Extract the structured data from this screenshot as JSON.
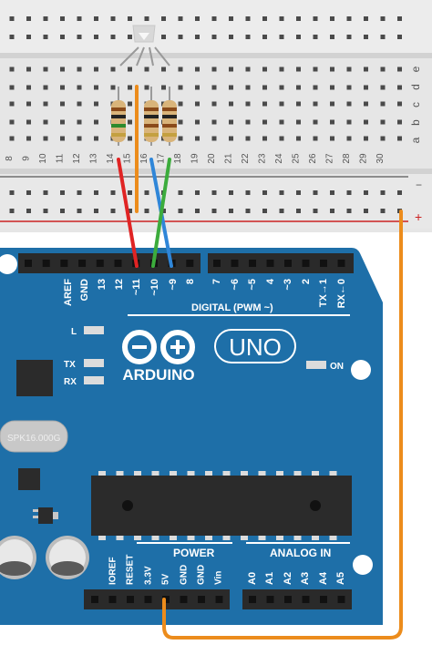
{
  "breadboard": {
    "column_numbers": [
      "8",
      "9",
      "10",
      "11",
      "12",
      "13",
      "14",
      "15",
      "16",
      "17",
      "18",
      "19",
      "20",
      "21",
      "22",
      "23",
      "24",
      "25",
      "26",
      "27",
      "28",
      "29",
      "30"
    ],
    "row_letters": [
      "e",
      "d",
      "c",
      "b",
      "a"
    ],
    "rail_minus": "−",
    "rail_plus": "+"
  },
  "arduino": {
    "logo_text": "ARDUINO",
    "model": "UNO",
    "on_label": "ON",
    "led_labels": [
      "L",
      "TX",
      "RX"
    ],
    "crystal_text": "SPK16.000G",
    "digital_header": "DIGITAL (PWM ~)",
    "digital_pins": [
      "AREF",
      "GND",
      "13",
      "12",
      "~11",
      "~10",
      "~9",
      "8",
      "7",
      "~6",
      "~5",
      "4",
      "~3",
      "2",
      "TX→1",
      "RX←0"
    ],
    "power_header": "POWER",
    "power_pins": [
      "IOREF",
      "RESET",
      "3.3V",
      "5V",
      "GND",
      "GND",
      "Vin"
    ],
    "analog_header": "ANALOG IN",
    "analog_pins": [
      "A0",
      "A1",
      "A2",
      "A3",
      "A4",
      "A5"
    ]
  },
  "colors": {
    "board": "#1e6fa8",
    "wire_red": "#e02424",
    "wire_green": "#3cac3c",
    "wire_blue": "#2f86d8",
    "wire_orange": "#ec8c1c"
  }
}
